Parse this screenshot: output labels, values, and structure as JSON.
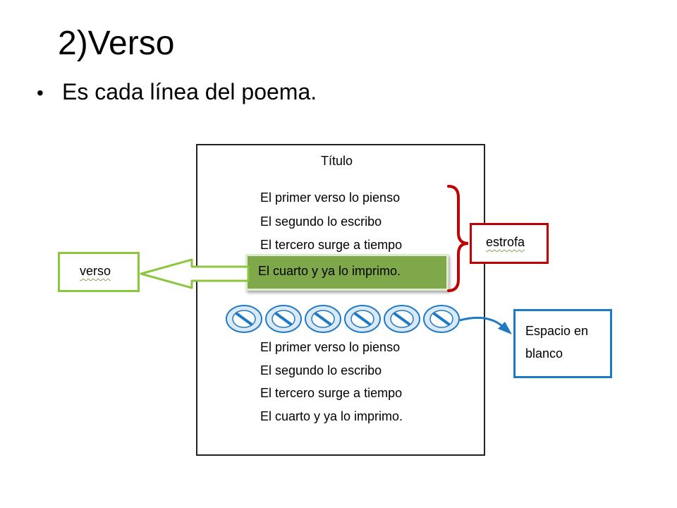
{
  "slide": {
    "title": "2)Verso",
    "bullet": "Es cada línea del poema."
  },
  "poem": {
    "title": "Título",
    "stanza1": [
      "El primer verso lo pienso",
      "El segundo lo escribo",
      "El tercero surge a tiempo",
      "El cuarto y ya lo imprimo."
    ],
    "stanza2": [
      "El primer verso lo pienso",
      "El segundo lo escribo",
      "El tercero surge a tiempo",
      "El cuarto y ya lo imprimo."
    ]
  },
  "labels": {
    "verso": "verso",
    "estrofa": "estrofa",
    "espacio_line1": "Espacio en",
    "espacio_line2": "blanco"
  },
  "colors": {
    "verso_green": "#8cc63f",
    "highlight_green": "#7ea84a",
    "estrofa_red": "#c00000",
    "espacio_blue": "#1f7ac6"
  },
  "icons": {
    "blank_space_symbol": "prohibited-circle-icon",
    "blank_space_count": 6
  }
}
